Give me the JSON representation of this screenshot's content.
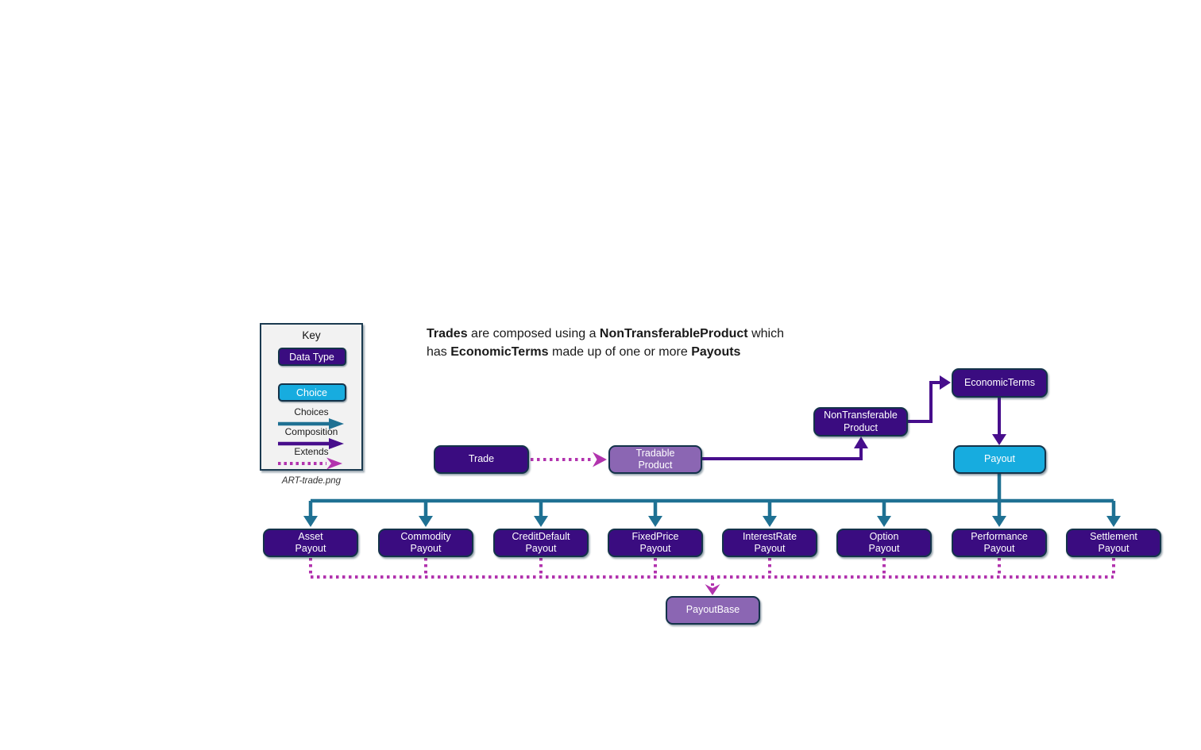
{
  "key": {
    "title": "Key",
    "data_type_label": "Data Type",
    "choice_label": "Choice",
    "choices_label": "Choices",
    "composition_label": "Composition",
    "extends_label": "Extends",
    "caption": "ART-trade.png"
  },
  "heading": {
    "line1_bold1": "Trades",
    "line1_text1": " are composed using a ",
    "line1_bold2": "NonTransferableProduct",
    "line1_text2": " which",
    "line2_text1": "has ",
    "line2_bold1": "EconomicTerms",
    "line2_text2": " made up of one or more ",
    "line2_bold2": "Payouts"
  },
  "nodes": {
    "trade": {
      "label": "Trade"
    },
    "tradable_product": {
      "line1": "Tradable",
      "line2": "Product"
    },
    "non_transferable_product": {
      "line1": "NonTransferable",
      "line2": "Product"
    },
    "economic_terms": {
      "label": "EconomicTerms"
    },
    "payout": {
      "label": "Payout"
    },
    "payout_base": {
      "label": "PayoutBase"
    }
  },
  "payout_types": [
    {
      "line1": "Asset",
      "line2": "Payout"
    },
    {
      "line1": "Commodity",
      "line2": "Payout"
    },
    {
      "line1": "CreditDefault",
      "line2": "Payout"
    },
    {
      "line1": "FixedPrice",
      "line2": "Payout"
    },
    {
      "line1": "InterestRate",
      "line2": "Payout"
    },
    {
      "line1": "Option",
      "line2": "Payout"
    },
    {
      "line1": "Performance",
      "line2": "Payout"
    },
    {
      "line1": "Settlement",
      "line2": "Payout"
    }
  ],
  "colors": {
    "data_type_fill": "#3A0C80",
    "choice_fill": "#17ACDF",
    "extends_node_fill": "#8B66B3",
    "node_border": "#14334A",
    "choices_arrow": "#1F7193",
    "composition_arrow": "#470E8C",
    "extends_arrow": "#B233AE"
  }
}
